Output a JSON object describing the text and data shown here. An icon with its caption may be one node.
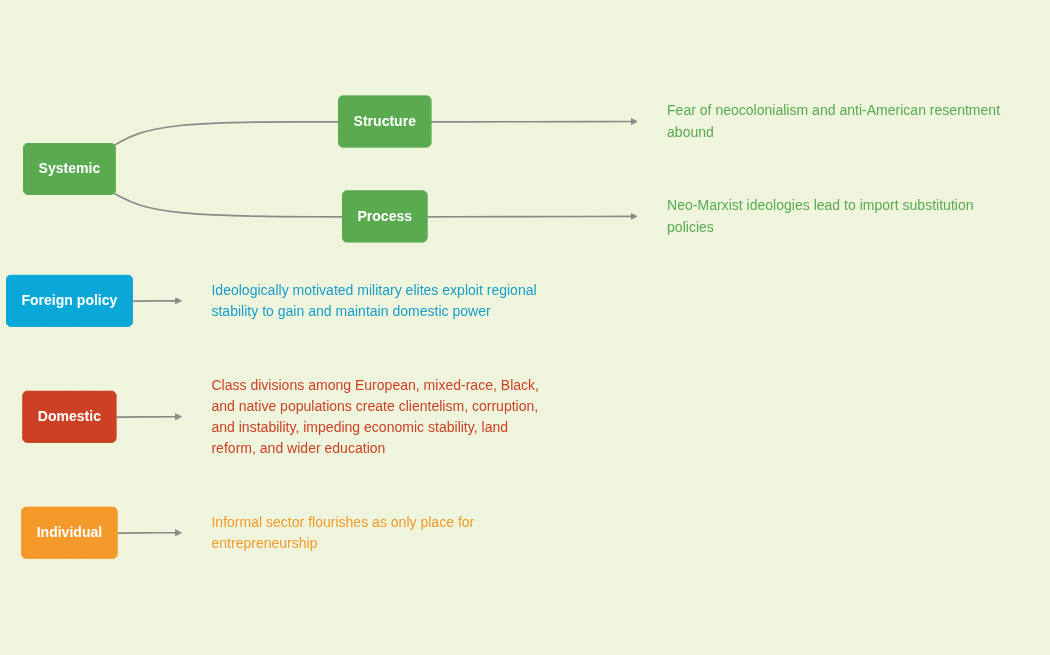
{
  "diagram": {
    "nodes": [
      {
        "text": [
          "Systemic"
        ]
      },
      {
        "text": [
          "Structure"
        ]
      },
      {
        "text": [
          "Process"
        ]
      },
      {
        "text": [
          "Fear of neocolonialism and anti-American resentment abound"
        ]
      },
      {
        "text": [
          "Neo-Marxist ideologies lead to import substitution policies"
        ]
      },
      {
        "text": [
          "Foreign policy"
        ]
      },
      {
        "text": [
          "Ideologically motivated military elites exploit regional stability to gain and maintain domestic power"
        ]
      },
      {
        "text": [
          "Domestic"
        ]
      },
      {
        "text": [
          "Class divisions among European, mixed-race, Black, and native populations create clientelism, corruption, and instability, impeding economic stability, land reform, and wider education"
        ]
      },
      {
        "text": [
          "Individual"
        ]
      },
      {
        "text": [
          "Informal sector flourishes as only place for entrepreneurship"
        ]
      }
    ],
    "edges": [
      {
        "from": 0,
        "to": 1,
        "arrow": "none"
      },
      {
        "from": 0,
        "to": 2,
        "arrow": "none"
      },
      {
        "from": 1,
        "to": 3,
        "arrow": "to"
      },
      {
        "from": 2,
        "to": 4,
        "arrow": "to"
      },
      {
        "from": 5,
        "to": 6,
        "arrow": "to"
      },
      {
        "from": 7,
        "to": 8,
        "arrow": "to"
      },
      {
        "from": 9,
        "to": 10,
        "arrow": "to"
      }
    ]
  }
}
